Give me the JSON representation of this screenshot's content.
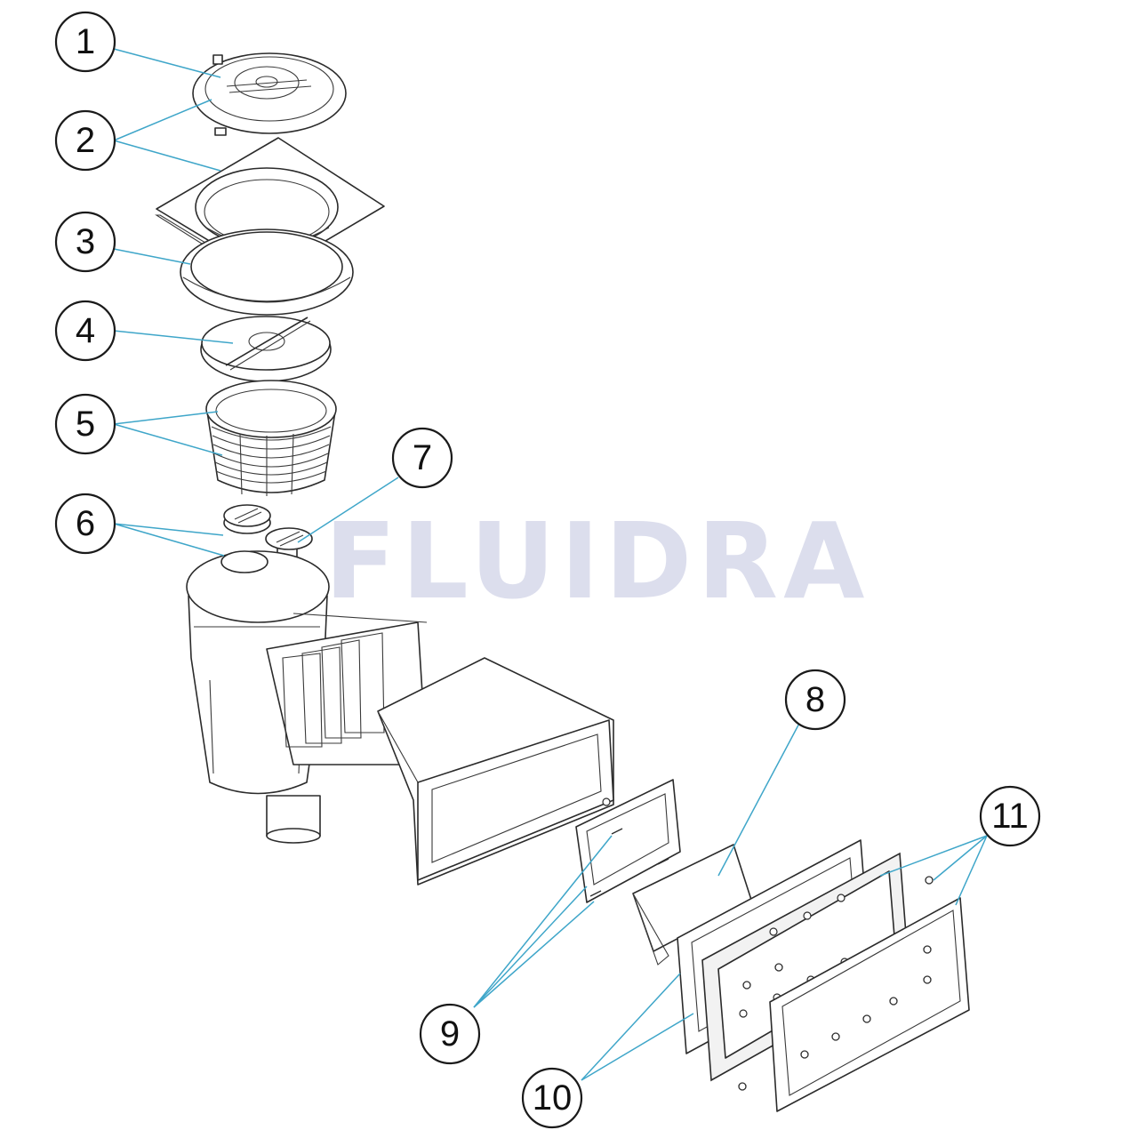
{
  "watermark": {
    "text": "FLUIDRA"
  },
  "callouts": [
    {
      "id": "c1",
      "number": "1"
    },
    {
      "id": "c2",
      "number": "2"
    },
    {
      "id": "c3",
      "number": "3"
    },
    {
      "id": "c4",
      "number": "4"
    },
    {
      "id": "c5",
      "number": "5"
    },
    {
      "id": "c6",
      "number": "6"
    },
    {
      "id": "c7",
      "number": "7"
    },
    {
      "id": "c8",
      "number": "8"
    },
    {
      "id": "c9",
      "number": "9"
    },
    {
      "id": "c10",
      "number": "10"
    },
    {
      "id": "c11",
      "number": "11"
    }
  ],
  "colors": {
    "leader": "#3fa6c9",
    "outline": "#2b2b2b",
    "watermark": "#d7d9ea"
  }
}
